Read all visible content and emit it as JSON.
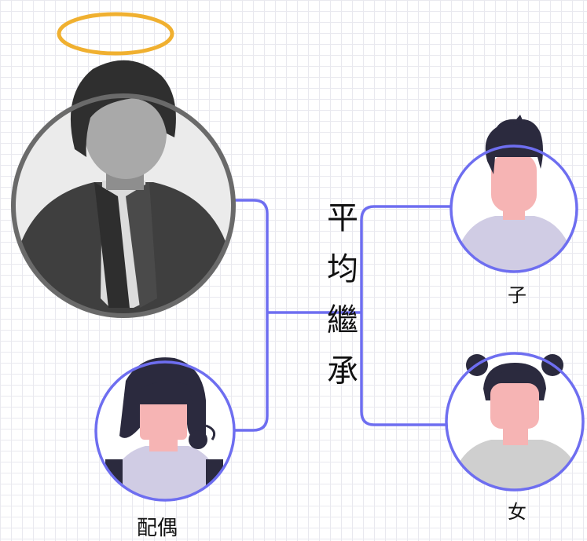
{
  "title_chars": [
    "平",
    "均",
    "繼",
    "承"
  ],
  "labels": {
    "son": "子",
    "daughter": "女",
    "spouse": "配偶"
  },
  "icons": {
    "deceased": "deceased-man-avatar-icon",
    "halo": "halo-icon",
    "spouse": "spouse-woman-avatar-icon",
    "son": "son-avatar-icon",
    "daughter": "daughter-avatar-icon"
  },
  "colors": {
    "connector": "#6e6ef0",
    "halo": "#f0b030",
    "deceased_ring": "#6a6a6a",
    "hair": "#2b2a3e",
    "skin": "#f6b4b4",
    "shirt": "#d0cce4"
  }
}
